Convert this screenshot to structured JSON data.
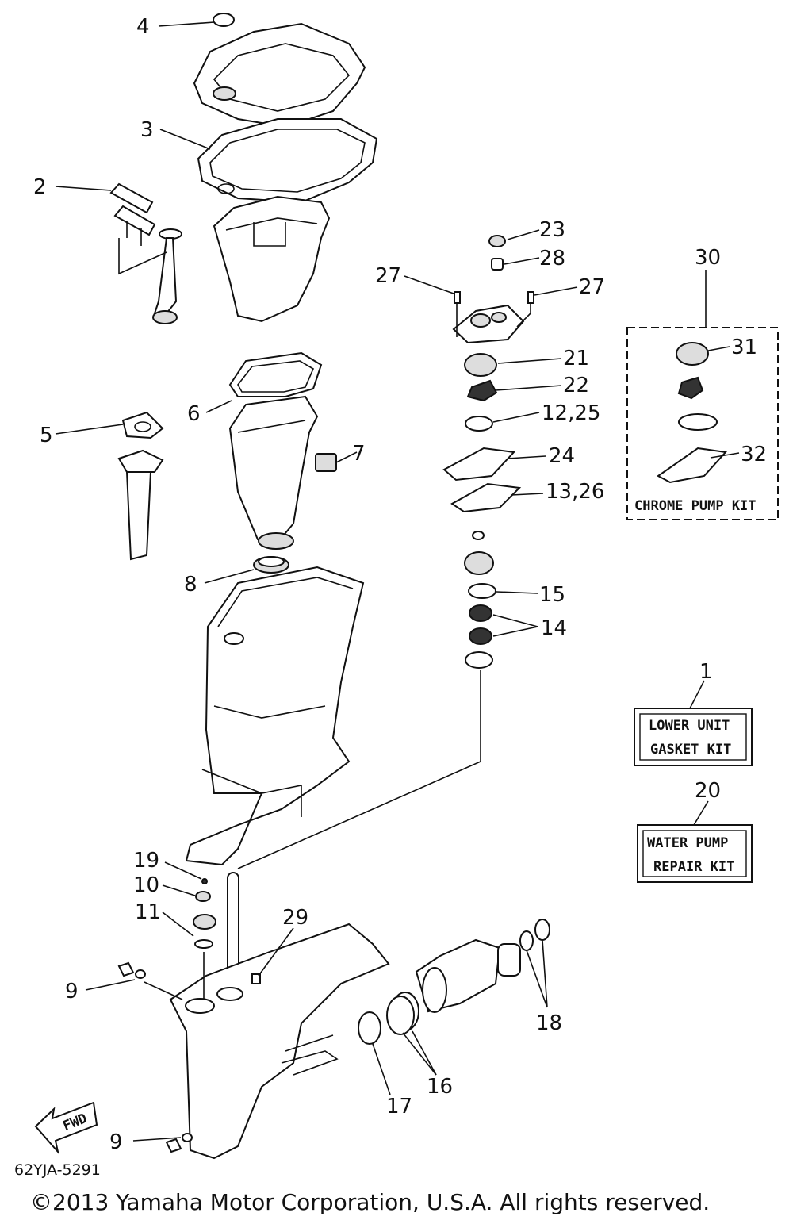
{
  "diagram": {
    "code": "62YJA-5291",
    "copyright": "©2013 Yamaha Motor Corporation, U.S.A. All rights reserved.",
    "fwd_label": "FWD",
    "callouts": {
      "c4": "4",
      "c3": "3",
      "c2": "2",
      "c5": "5",
      "c6": "6",
      "c7": "7",
      "c8": "8",
      "c23": "23",
      "c28": "28",
      "c27a": "27",
      "c27b": "27",
      "c21": "21",
      "c22": "22",
      "c12_25": "12,25",
      "c24": "24",
      "c13_26": "13,26",
      "c15": "15",
      "c14": "14",
      "c30": "30",
      "c31": "31",
      "c32": "32",
      "c1": "1",
      "c20": "20",
      "c19": "19",
      "c10": "10",
      "c11": "11",
      "c29": "29",
      "c9a": "9",
      "c9b": "9",
      "c18": "18",
      "c16": "16",
      "c17": "17"
    },
    "kits": {
      "chrome_pump": "CHROME PUMP KIT",
      "lower_unit_1": "LOWER UNIT",
      "lower_unit_2": "GASKET KIT",
      "water_pump_1": "WATER PUMP",
      "water_pump_2": "REPAIR KIT"
    }
  }
}
